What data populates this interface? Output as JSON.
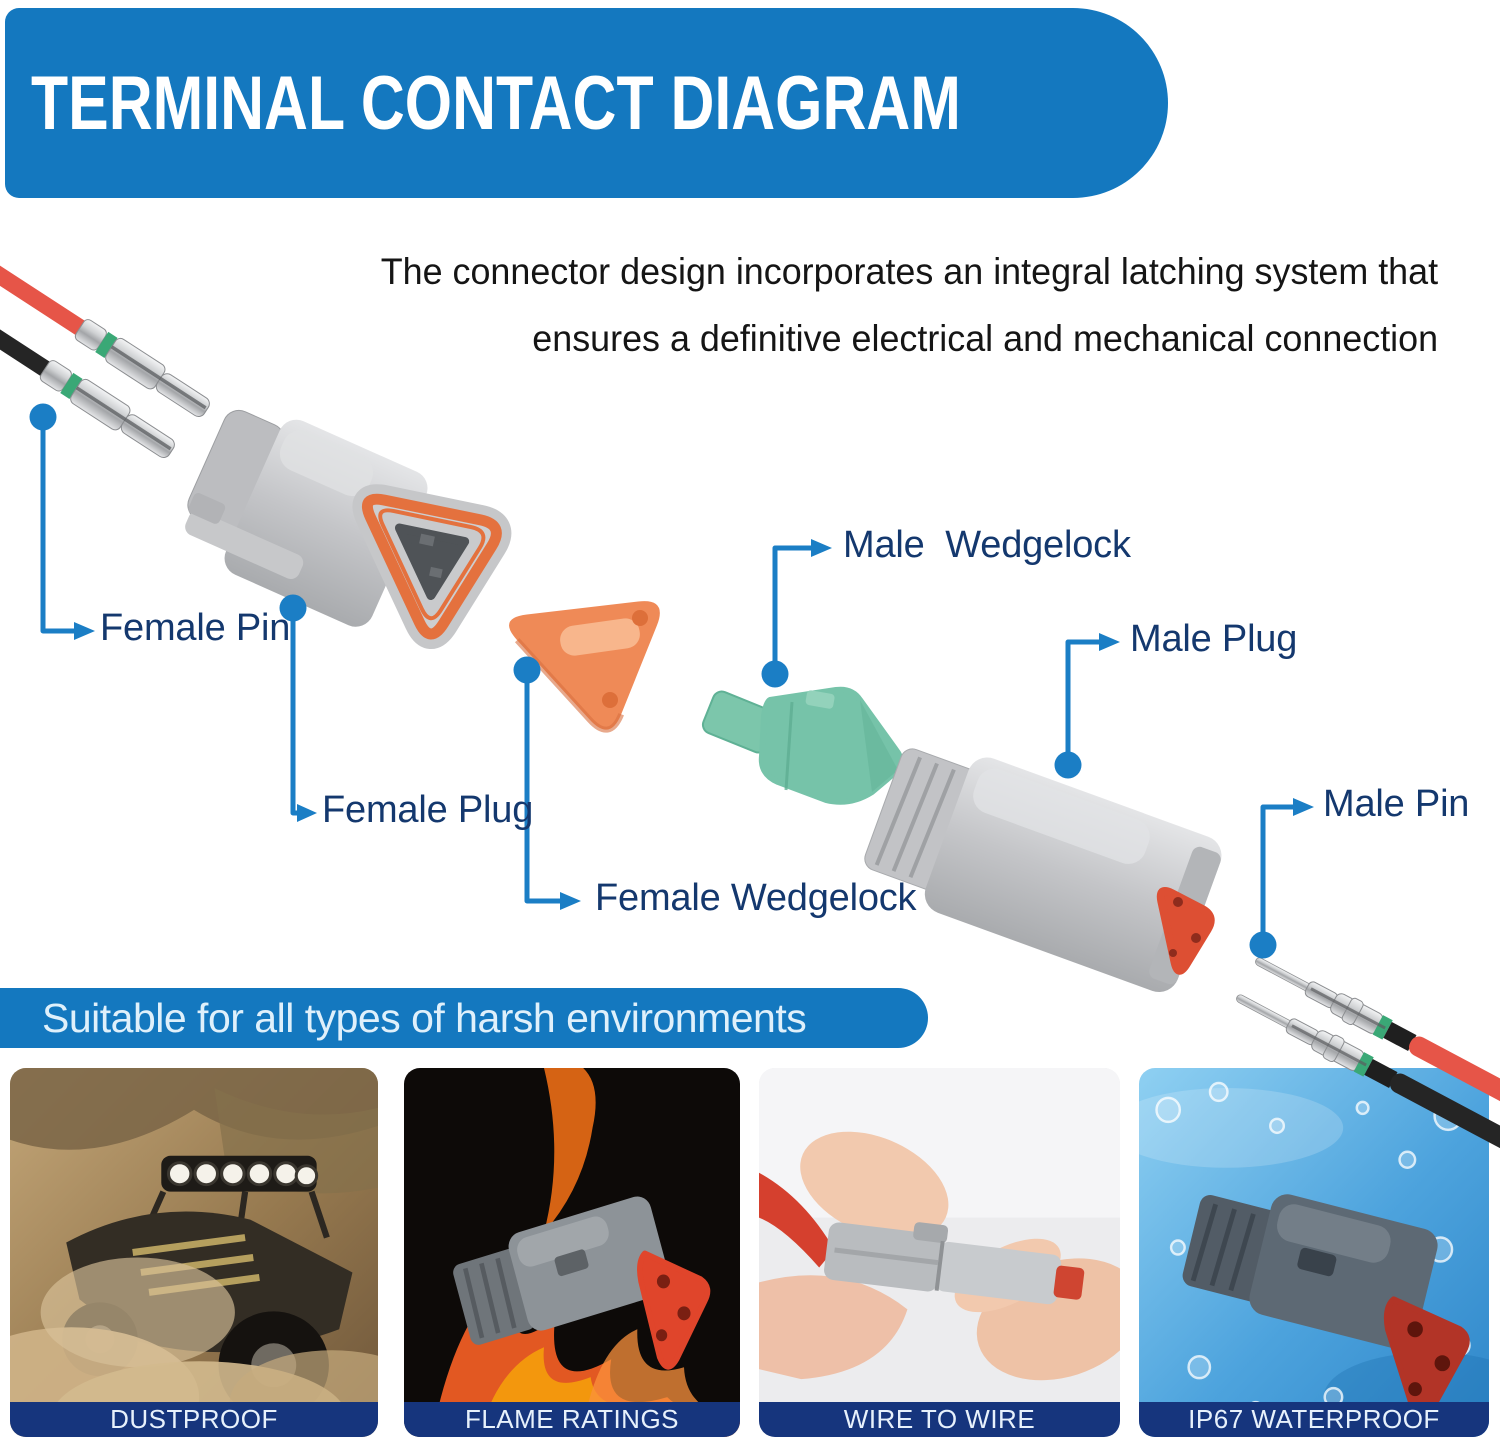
{
  "header": {
    "title": "TERMINAL CONTACT DIAGRAM"
  },
  "description": {
    "line1": "The connector design incorporates an integral latching system that",
    "line2": "ensures a definitive electrical and mechanical connection"
  },
  "callouts": {
    "female_pin": "Female Pin",
    "female_plug": "Female Plug",
    "female_wedgelock": "Female Wedgelock",
    "male_wedgelock": "Male  Wedgelock",
    "male_plug": "Male Plug",
    "male_pin": "Male Pin"
  },
  "env_banner": {
    "text": "Suitable for all types of harsh environments"
  },
  "photos": [
    {
      "caption": "DUSTPROOF"
    },
    {
      "caption": "FLAME RATINGS"
    },
    {
      "caption": "WIRE TO WIRE"
    },
    {
      "caption": "IP67 WATERPROOF"
    }
  ],
  "colors": {
    "banner_blue": "#1478bf",
    "callout_blue": "#1b7ec5",
    "label_navy": "#14386e",
    "caption_navy": "#16357d",
    "seal_orange": "#e4713e",
    "wedge_orange": "#ef8a57",
    "wedge_green": "#76c3a9",
    "wire_red": "#e65548",
    "wire_black": "#252525"
  }
}
